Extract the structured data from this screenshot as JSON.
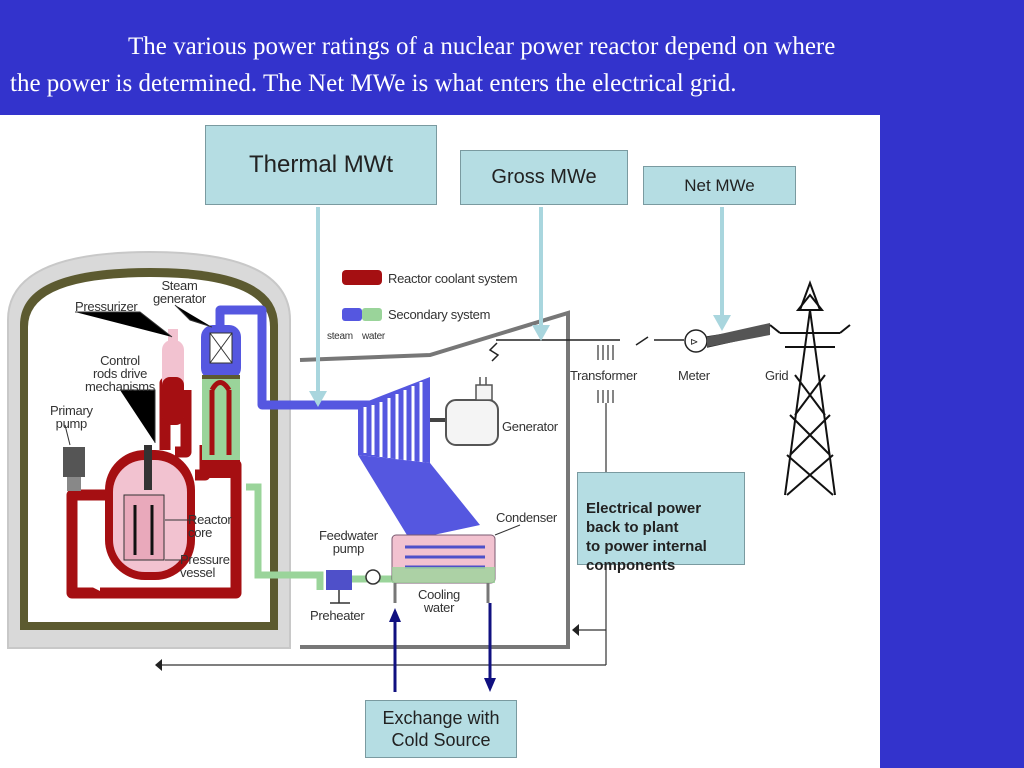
{
  "caption": {
    "line1": "The various power ratings of a nuclear power reactor depend on where",
    "line2": "the power is determined.  The Net MWe is what enters the electrical grid."
  },
  "boxes": {
    "thermal": "Thermal MWt",
    "gross": "Gross MWe",
    "net": "Net MWe",
    "electrical": "Electrical power\nback to plant\nto power internal\ncomponents",
    "cold_source": "Exchange with\nCold Source"
  },
  "legend": {
    "reactor_coolant": "Reactor coolant system",
    "secondary": "Secondary system",
    "steam": "steam",
    "water": "water"
  },
  "labels": {
    "steam_generator": "Steam\ngenerator",
    "pressurizer": "Pressurizer",
    "control_rods": "Control\nrods drive\nmechanisms",
    "primary_pump": "Primary\npump",
    "reactor_core": "Reactor\ncore",
    "pressure_vessel": "Pressure\nvessel",
    "feedwater_pump": "Feedwater\npump",
    "preheater": "Preheater",
    "cooling_water": "Cooling\nwater",
    "condenser": "Condenser",
    "generator": "Generator",
    "transformer": "Transformer",
    "meter": "Meter",
    "grid": "Grid"
  },
  "colors": {
    "background": "#3333cc",
    "reactor_coolant": "#a50f12",
    "steam": "#5557e0",
    "water": "#9ad49a",
    "box_fill": "#b5dde3",
    "arrow": "#a9d6de",
    "cold_arrow": "#101080"
  }
}
